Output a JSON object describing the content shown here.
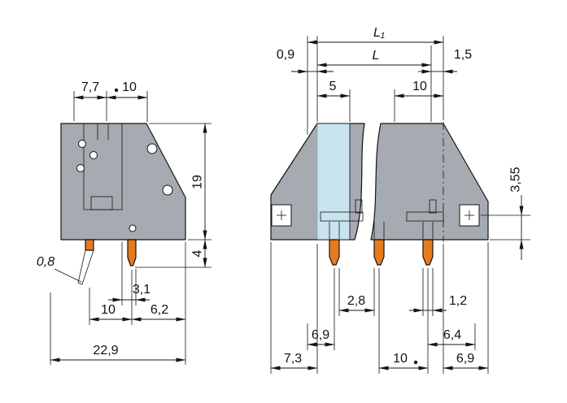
{
  "colors": {
    "body": "#a6abb1",
    "section": "#c9e4ef",
    "contact": "#e87a1e",
    "line": "#141414",
    "hole_fill": "#ffffff"
  },
  "left_view": {
    "dims": {
      "top_offset": "7,7",
      "top_pitch": "10",
      "body_height": "19",
      "pin_length": "4",
      "pin_thickness": "0,8",
      "pin_offset": "3,1",
      "pin_pitch": "10",
      "rear_depth": "6,2",
      "total_depth": "22,9"
    }
  },
  "right_view": {
    "dims": {
      "total_length": "L₁",
      "length": "L",
      "left_margin": "0,9",
      "right_margin": "1,5",
      "half_pitch": "5",
      "pole_pitch": "10",
      "slot_height": "3,55",
      "pin_gap": "2,8",
      "pin_width": "1,2",
      "center_left": "6,9",
      "center_right": "6,4",
      "depth_left": "7,3",
      "bottom_pitch": "10",
      "depth_right": "6,9"
    }
  }
}
